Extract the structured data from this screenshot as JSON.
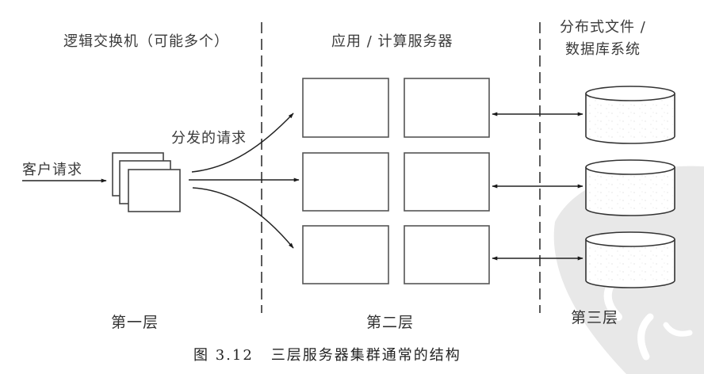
{
  "figure": {
    "caption_number": "图 3.12",
    "caption_title": "三层服务器集群通常的结构"
  },
  "tiers": [
    {
      "id": "tier1",
      "heading": "逻辑交换机（可能多个）",
      "footer": "第一层",
      "node_count": 3,
      "node_type": "logical-switch"
    },
    {
      "id": "tier2",
      "heading": "应用 / 计算服务器",
      "footer": "第二层",
      "node_count": 6,
      "node_type": "app-server",
      "rows": 3,
      "columns": 2
    },
    {
      "id": "tier3",
      "heading_lines": [
        "分布式文件 /",
        "数据库系统"
      ],
      "footer": "第三层",
      "node_count": 3,
      "node_type": "database-cylinder"
    }
  ],
  "flows": {
    "client_request": "客户请求",
    "dispatched_requests": "分发的请求"
  },
  "colors": {
    "line": "#222222",
    "box_stroke": "#555555",
    "dashed_divider": "#333333",
    "watermark": "#e6e6e6",
    "background": "#ffffff"
  }
}
